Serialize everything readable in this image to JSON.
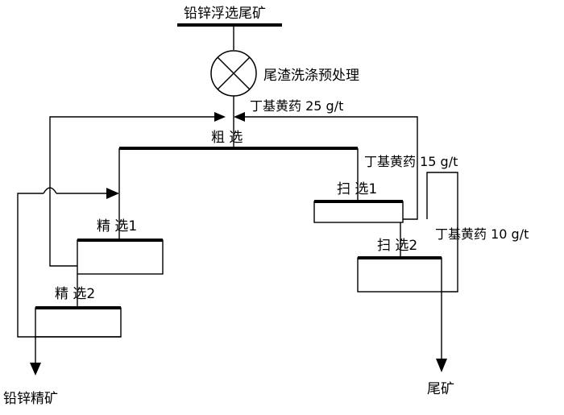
{
  "diagram": {
    "feed_label": "铅锌浮选尾矿",
    "pretreatment_label": "尾渣洗涤预处理",
    "reagent_rougher": "丁基黄药 25 g/t",
    "rougher_label": "粗 选",
    "reagent_scav1": "丁基黄药 15 g/t",
    "scav1_label": "扫 选1",
    "reagent_scav2": "丁基黄药 10 g/t",
    "scav2_label": "扫 选2",
    "cleaner1_label": "精 选1",
    "cleaner2_label": "精 选2",
    "concentrate_label": "铅锌精矿",
    "tailings_label": "尾矿"
  }
}
